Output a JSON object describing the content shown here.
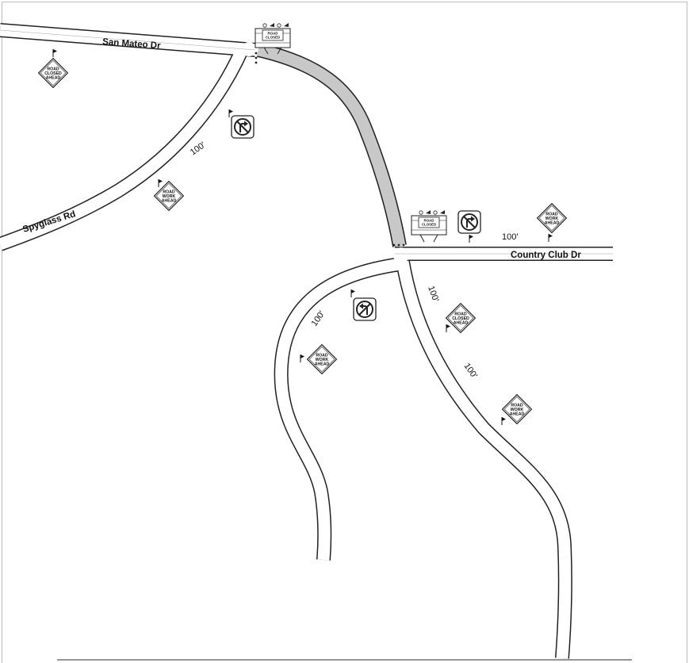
{
  "roads": {
    "san_mateo": "San Mateo Dr",
    "spyglass": "Spyglass Rd",
    "country_club": "Country Club Dr"
  },
  "distances": {
    "spyglass_100": "100'",
    "cc_east_100": "100'",
    "cc_south_upper_100": "100'",
    "cc_south_lower_100": "100'",
    "sw_branch_100": "100'"
  },
  "signs": {
    "road_closed_ahead": [
      "ROAD",
      "CLOSED",
      "AHEAD"
    ],
    "road_work_ahead": [
      "ROAD",
      "WORK",
      "AHEAD"
    ],
    "barricade_north": [
      "ROAD",
      "CLOSED"
    ],
    "barricade_south": [
      "ROAD",
      "CLOSED"
    ]
  },
  "icons": {
    "no_right_turn": "no-right-turn-sign",
    "no_left_turn": "no-left-turn-sign",
    "barricade": "type-iii-barricade",
    "flag": "sign-flag-marker"
  },
  "colors": {
    "closed_segment": "#c8c8c8",
    "road_fill": "#ffffff",
    "road_edge": "#222222",
    "sign_fill": "#ffffff"
  }
}
